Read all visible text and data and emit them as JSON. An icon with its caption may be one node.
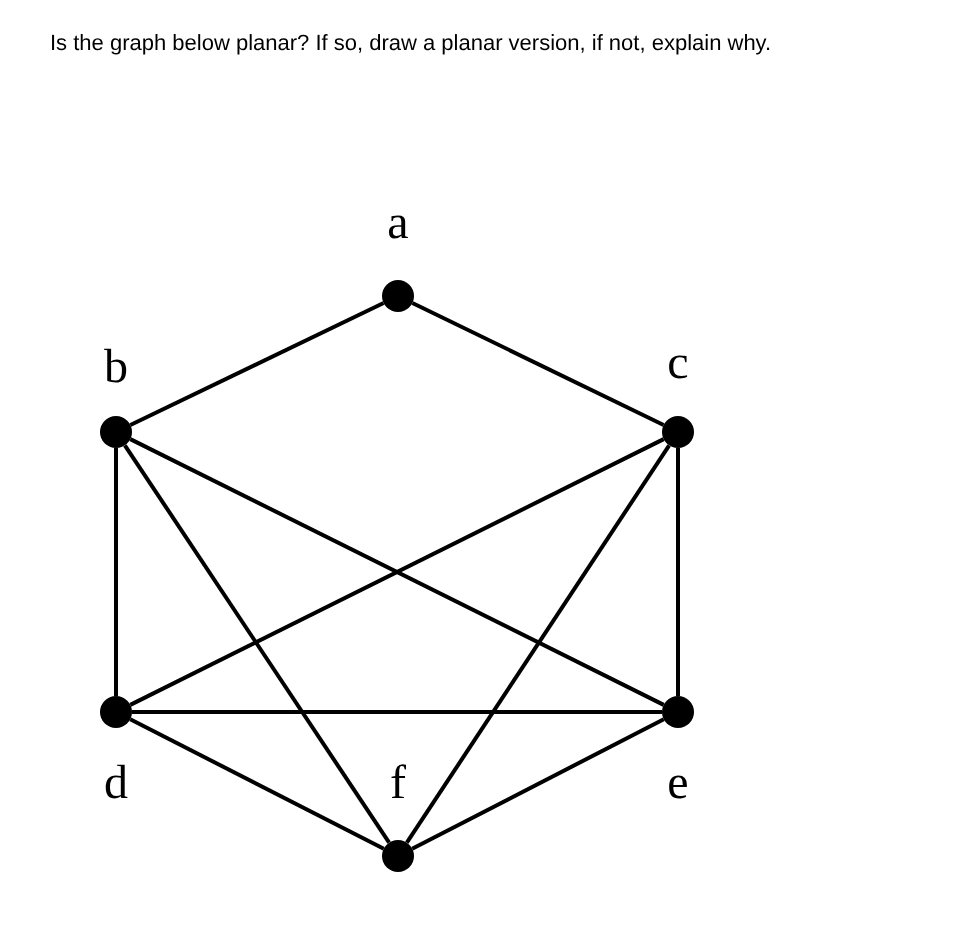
{
  "diagram": {
    "title": "Is the graph below planar? If so, draw a planar version, if not, explain why.",
    "nodes": [
      {
        "text": [
          "a"
        ]
      },
      {
        "text": [
          "b"
        ]
      },
      {
        "text": [
          "c"
        ]
      },
      {
        "text": [
          "d"
        ]
      },
      {
        "text": [
          "e"
        ]
      },
      {
        "text": [
          "f"
        ]
      }
    ],
    "edges": [
      {
        "from": 0,
        "to": 1,
        "arrow": "none"
      },
      {
        "from": 0,
        "to": 2,
        "arrow": "none"
      },
      {
        "from": 1,
        "to": 3,
        "arrow": "none"
      },
      {
        "from": 1,
        "to": 4,
        "arrow": "none"
      },
      {
        "from": 1,
        "to": 5,
        "arrow": "none"
      },
      {
        "from": 2,
        "to": 3,
        "arrow": "none"
      },
      {
        "from": 2,
        "to": 4,
        "arrow": "none"
      },
      {
        "from": 2,
        "to": 5,
        "arrow": "none"
      },
      {
        "from": 3,
        "to": 4,
        "arrow": "none"
      },
      {
        "from": 3,
        "to": 5,
        "arrow": "none"
      },
      {
        "from": 4,
        "to": 5,
        "arrow": "none"
      }
    ]
  }
}
